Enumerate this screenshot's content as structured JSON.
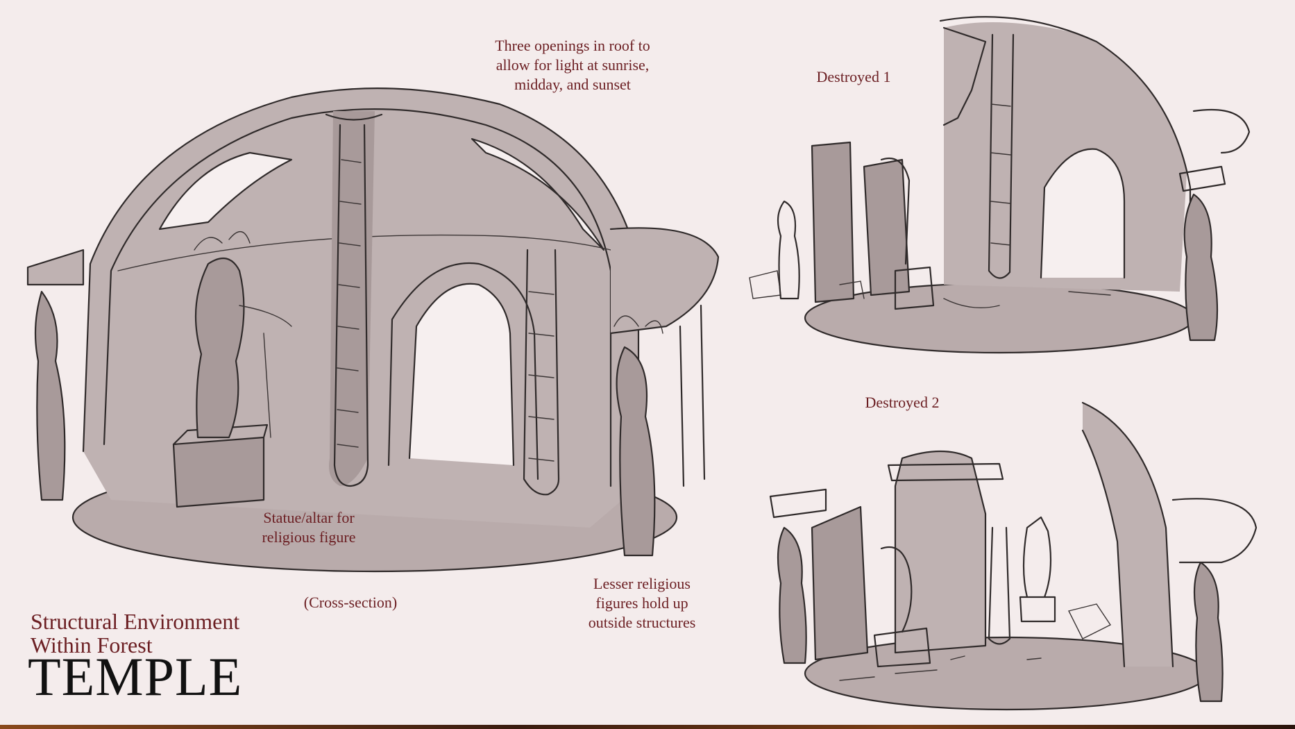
{
  "annotations": {
    "roof_openings": "Three openings in roof to\nallow for light at sunrise,\nmidday, and sunset",
    "destroyed_1": "Destroyed 1",
    "destroyed_2": "Destroyed 2",
    "statue_altar": "Statue/altar for\nreligious figure",
    "cross_section": "(Cross-section)",
    "lesser_figures": "Lesser religious\nfigures hold up\noutside structures"
  },
  "title": {
    "subtitle": "Structural Environment\nWithin Forest",
    "main": "TEMPLE"
  },
  "palette": {
    "background": "#f4ecec",
    "annotation_text": "#6b1e22",
    "title_text": "#111111",
    "stone_tone": "#bfb2b2",
    "ink": "#2f2a2a"
  },
  "illustrations": [
    {
      "label_key": "cross_section",
      "icon": "temple-cross-section-sketch"
    },
    {
      "label_key": "destroyed_1",
      "icon": "temple-ruins-sketch-1"
    },
    {
      "label_key": "destroyed_2",
      "icon": "temple-ruins-sketch-2"
    }
  ]
}
